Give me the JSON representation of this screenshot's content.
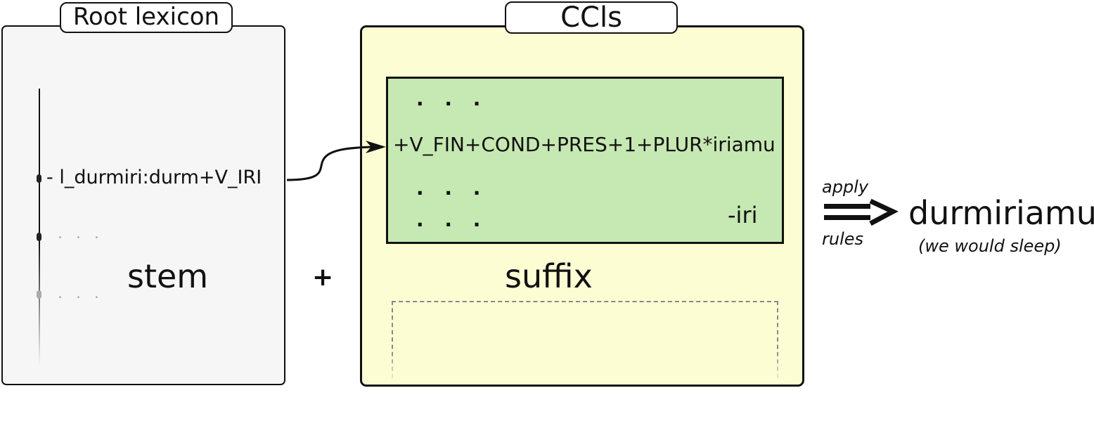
{
  "root_lexicon": {
    "title": "Root lexicon",
    "entry": "- l_durmiri:durm+V_IRI",
    "ellipsis": ". . .",
    "caption": "stem"
  },
  "plus": "+",
  "ccls": {
    "title": "CCls",
    "ellipsis": ". . .",
    "rule": "+V_FIN+COND+PRES+1+PLUR*iriamu",
    "class_label": "-iri",
    "caption": "suffix"
  },
  "arrow": {
    "top_label": "apply",
    "bottom_label": "rules"
  },
  "output": {
    "word": "durmiriamu",
    "gloss": "(we would sleep)"
  },
  "colors": {
    "root_bg": "#f6f6f6",
    "ccl_bg": "#fdfdd4",
    "green_box": "#c6e8b2",
    "dashed": "#888888"
  }
}
